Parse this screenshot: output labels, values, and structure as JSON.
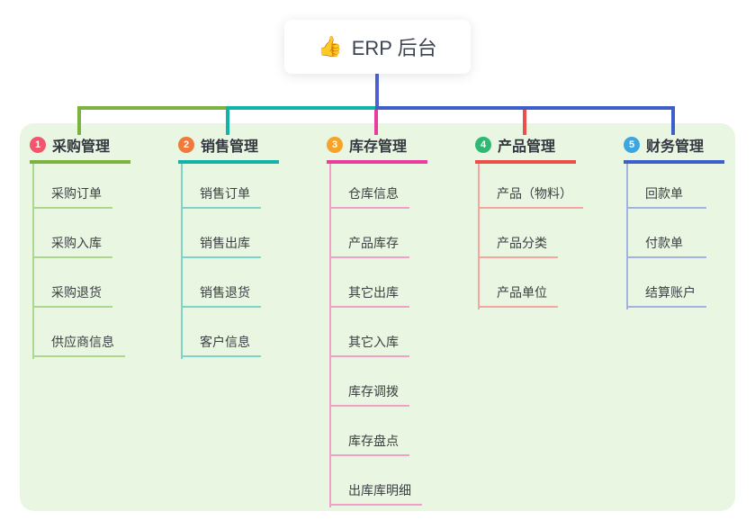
{
  "root": {
    "icon": "👍",
    "title": "ERP 后台"
  },
  "canvas": {
    "background": "#ffffff",
    "panel_background": "#e9f6e2",
    "stem_color": "#4f5fd2",
    "text_color": "#33373f"
  },
  "branches": [
    {
      "badge": "1",
      "badge_color": "#f1566d",
      "label": "采购管理",
      "line_color": "#7cb340",
      "child_line_color": "#aed68c",
      "children": [
        "采购订单",
        "采购入库",
        "采购退货",
        "供应商信息"
      ]
    },
    {
      "badge": "2",
      "badge_color": "#f07a3c",
      "label": "销售管理",
      "line_color": "#14b3a9",
      "child_line_color": "#7fd4ca",
      "children": [
        "销售订单",
        "销售出库",
        "销售退货",
        "客户信息"
      ]
    },
    {
      "badge": "3",
      "badge_color": "#f7a32a",
      "label": "库存管理",
      "line_color": "#e93d9d",
      "child_line_color": "#f3a0c8",
      "children": [
        "仓库信息",
        "产品库存",
        "其它出库",
        "其它入库",
        "库存调拨",
        "库存盘点",
        "出库库明细"
      ]
    },
    {
      "badge": "4",
      "badge_color": "#2db973",
      "label": "产品管理",
      "line_color": "#ea4f4b",
      "child_line_color": "#f4a6a0",
      "children": [
        "产品（物料）",
        "产品分类",
        "产品单位"
      ]
    },
    {
      "badge": "5",
      "badge_color": "#3ba6e0",
      "label": "财务管理",
      "line_color": "#3f5fc8",
      "child_line_color": "#a3b2e0",
      "children": [
        "回款单",
        "付款单",
        "结算账户"
      ]
    }
  ]
}
